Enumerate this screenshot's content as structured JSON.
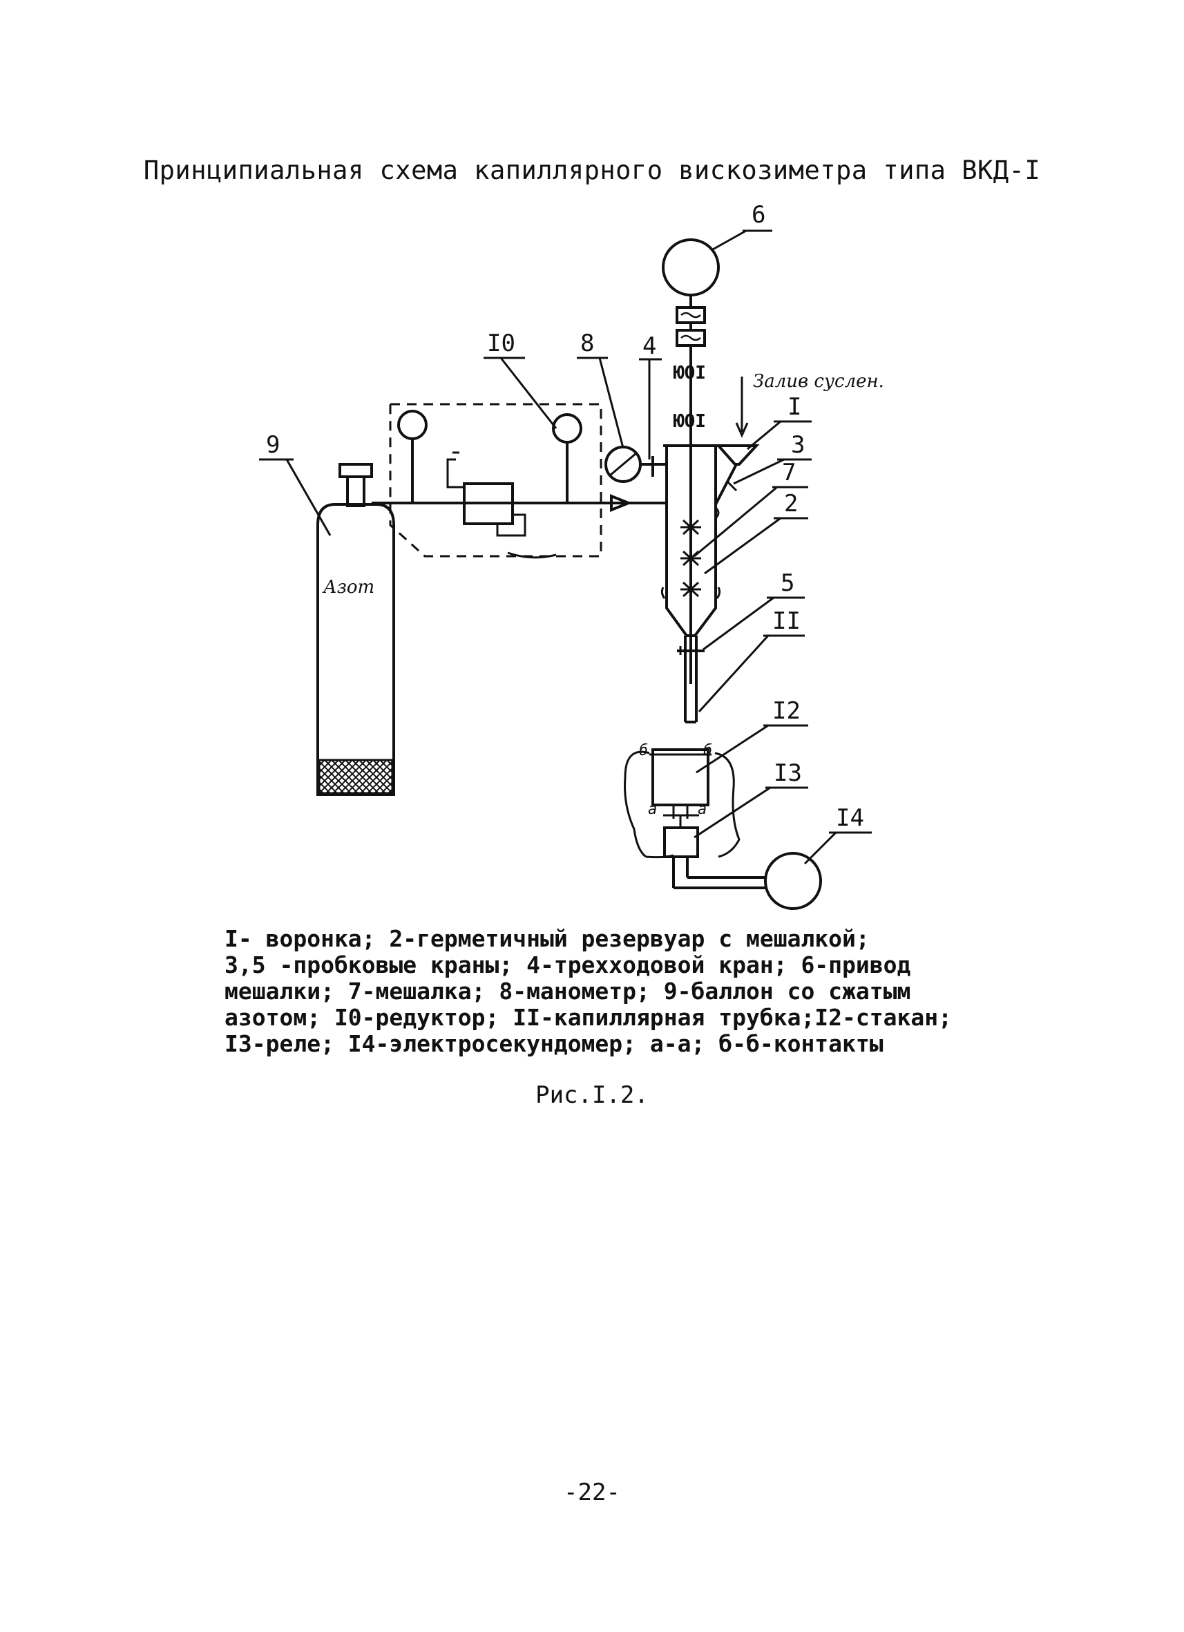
{
  "title": "Принципиальная схема капиллярного вискозиметра типа ВКД-I",
  "labels": {
    "l1": "I",
    "l2": "2",
    "l3": "3",
    "l4": "4",
    "l5": "5",
    "l6": "6",
    "l7": "7",
    "l8": "8",
    "l9": "9",
    "l10": "I0",
    "l11": "II",
    "l12": "I2",
    "l13": "I3",
    "l14": "I4"
  },
  "annotations": {
    "fill_note": "Залив суслен.",
    "cylinder_text": "Азот",
    "contact_b": "б",
    "contact_a": "а"
  },
  "legend": [
    "I- воронка; 2-герметичный резервуар с мешалкой;",
    "3,5 -пробковые краны; 4-трехходовой кран; 6-привод",
    "мешалки; 7-мешалка; 8-манометр; 9-баллон со сжатым",
    "азотом; I0-редуктор; II-капиллярная трубка;I2-стакан;",
    "I3-реле; I4-электросекундомер; а-а; б-б-контакты"
  ],
  "caption": "Рис.I.2.",
  "page_number": "-22-"
}
